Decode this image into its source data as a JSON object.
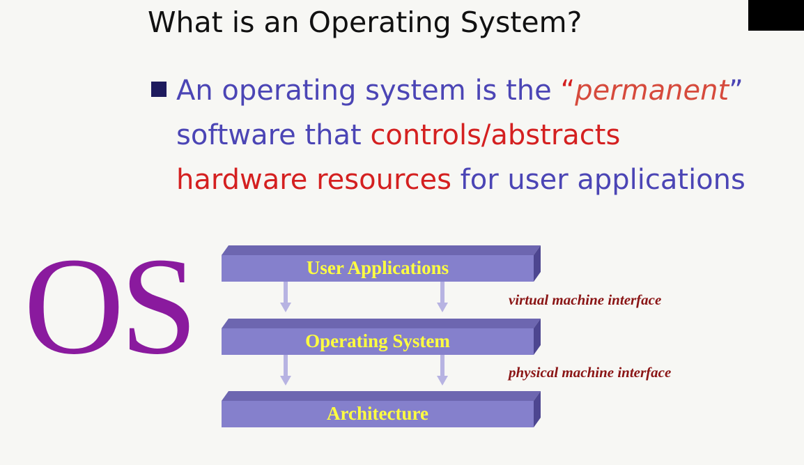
{
  "title": "What is an Operating System?",
  "bullet": {
    "line1_a": "An operating system is the ",
    "line1_open_quote": "“",
    "line1_emph": "permanent",
    "line1_close_quote": "”",
    "line2_a": "software that ",
    "line2_red": "controls/abstracts",
    "line3_red": "hardware resources",
    "line3_b": " for user applications"
  },
  "logo_text": "OS",
  "layers": [
    {
      "label": "User Applications"
    },
    {
      "label": "Operating System"
    },
    {
      "label": "Architecture"
    }
  ],
  "interfaces": [
    {
      "label": "virtual machine interface"
    },
    {
      "label": "physical machine interface"
    }
  ],
  "colors": {
    "title": "#111111",
    "bullet_text": "#4b45b5",
    "highlight_red": "#d42020",
    "logo": "#8a1a9e",
    "layer_front": "#8580cc",
    "layer_label": "#ffff40",
    "interface_label": "#8a1515"
  }
}
